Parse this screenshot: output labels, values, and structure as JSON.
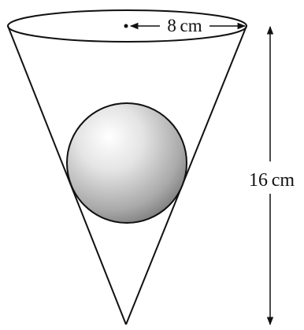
{
  "diagram": {
    "radius_label": "8 cm",
    "height_label": "16 cm",
    "shapes": [
      "cone",
      "sphere"
    ],
    "colors": {
      "stroke": "#111111",
      "background": "#ffffff",
      "sphere_light": "#ffffff",
      "sphere_dark": "#6e6e6e"
    }
  }
}
